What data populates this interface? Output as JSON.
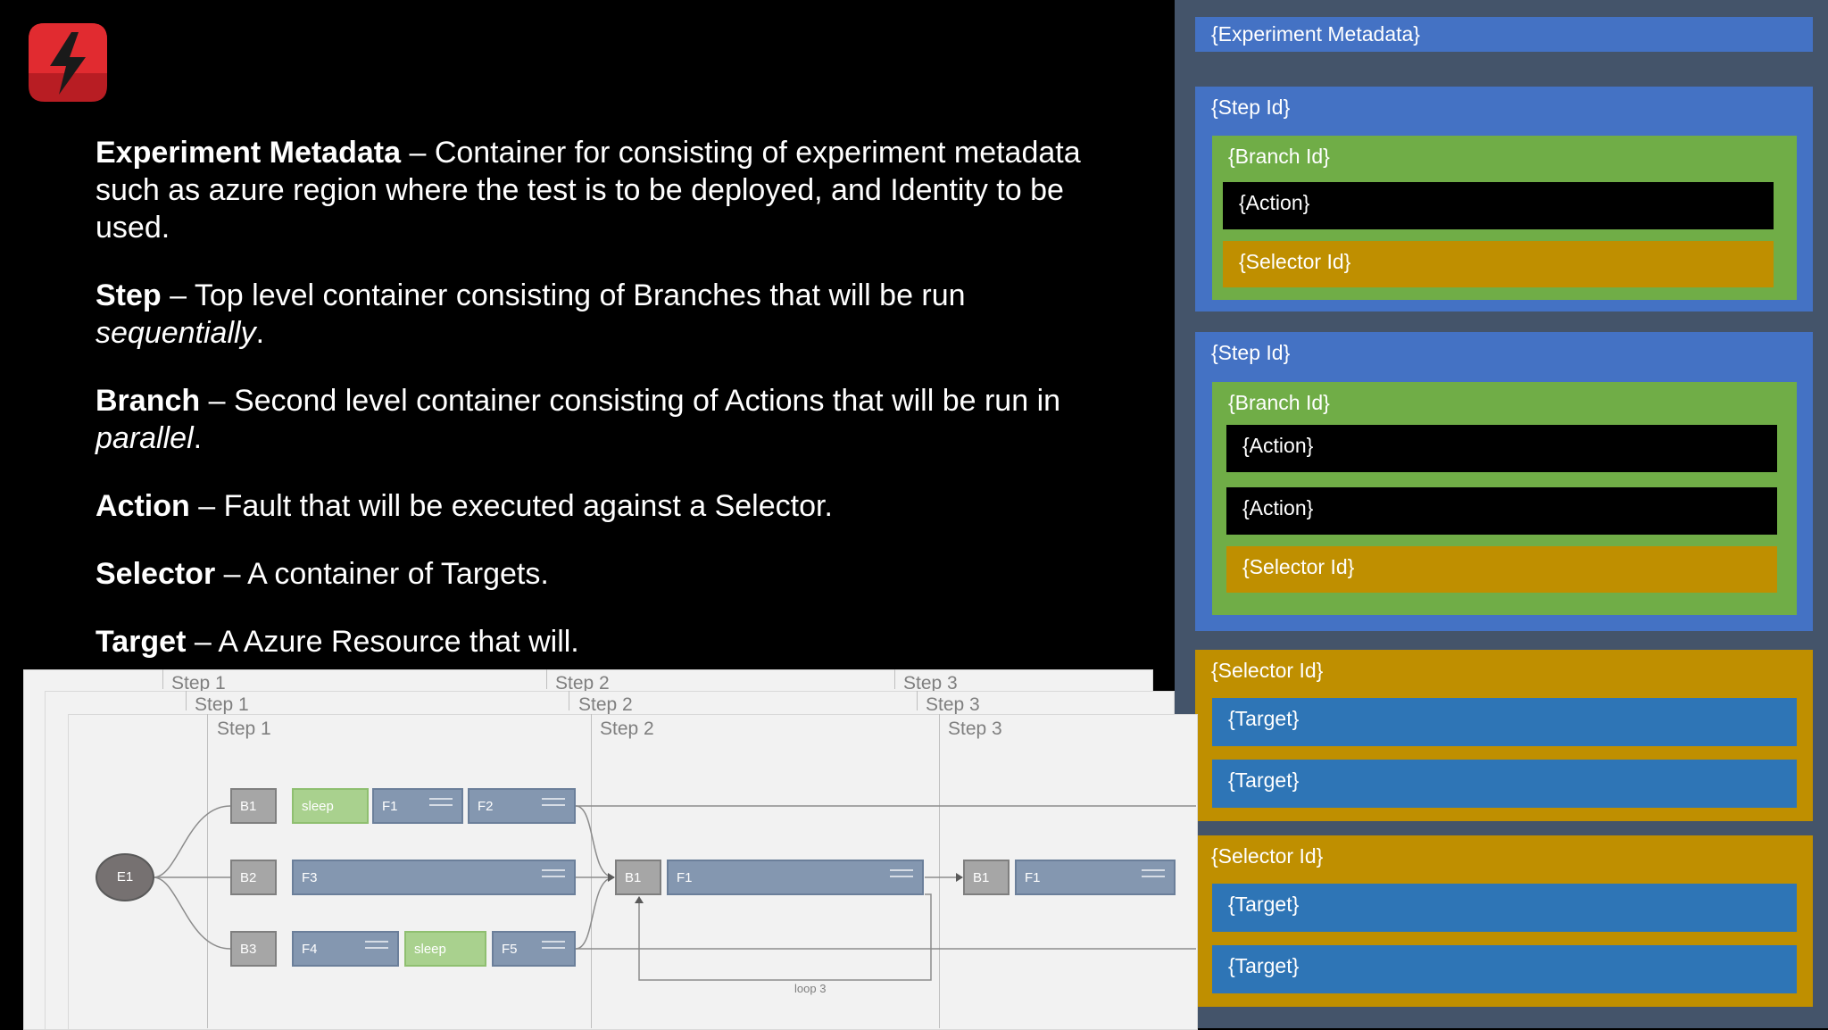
{
  "logo": {
    "icon": "lightning-bolt-icon",
    "color": "#d9242b"
  },
  "definitions": [
    {
      "term": "Experiment Metadata",
      "sep": " – ",
      "text": "Container for consisting of experiment metadata such as azure region where the test is to be deployed, and Identity to be used.",
      "emph": ""
    },
    {
      "term": "Step",
      "sep": " – ",
      "text": "Top level container consisting of Branches that will be run ",
      "emph": "sequentially",
      "after": "."
    },
    {
      "term": "Branch",
      "sep": " – ",
      "text": "Second level container consisting of Actions that will be run in ",
      "emph": "parallel",
      "after": "."
    },
    {
      "term": "Action",
      "sep": " – ",
      "text": "Fault that will be executed against a Selector.",
      "emph": ""
    },
    {
      "term": "Selector",
      "sep": " – ",
      "text": "A container of Targets.",
      "emph": ""
    },
    {
      "term": "Target",
      "sep": " – ",
      "text": "A Azure Resource that will.",
      "emph": ""
    }
  ],
  "panel": {
    "experiment_metadata": "{Experiment Metadata}",
    "step_id": "{Step Id}",
    "branch_id": "{Branch Id}",
    "action": "{Action}",
    "selector_id": "{Selector Id}",
    "target": "{Target}"
  },
  "diagram": {
    "step_labels": [
      "Step 1",
      "Step 2",
      "Step 3"
    ],
    "e1": "E1",
    "b1": "B1",
    "b2": "B2",
    "b3": "B3",
    "sleep": "sleep",
    "f1": "F1",
    "f2": "F2",
    "f3": "F3",
    "f4": "F4",
    "f5": "F5",
    "loop": "loop 3"
  },
  "colors": {
    "blue": "#4472c4",
    "green": "#70ad47",
    "gold": "#bf8f00",
    "target_blue": "#2e75b6",
    "panel_bg": "#44546a"
  }
}
